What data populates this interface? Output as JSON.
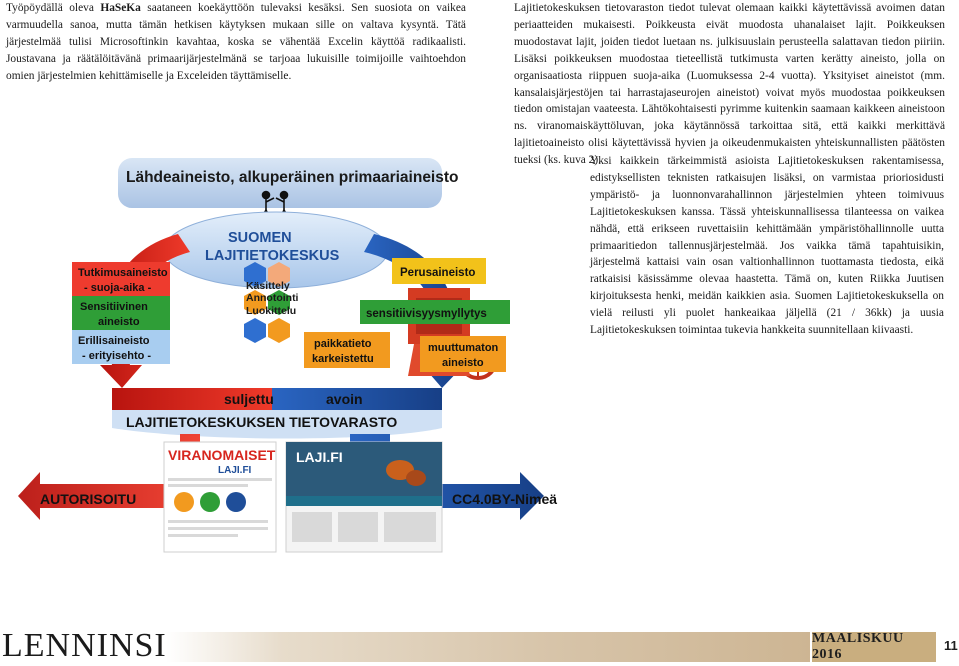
{
  "left_column": {
    "lines": [
      "Työpöydällä oleva ",
      "HaSeKa",
      " saataneen koekäyttöön tulevaksi kesäksi. Sen suosiota on vaikea varmuudella sanoa, mutta tämän hetkisen käytyksen mukaan sille on valtava kysyntä. Tätä järjestelmää tulisi Microsoftinkin kavahtaa, koska se vähentää Excelin käyttöä radikaalisti. Joustavana ja räätälöitävänä primaarijärjestelmänä se tarjoaa lukuisille toimijoille vaihtoehdon omien järjestelmien kehittämiselle ja Exceleiden täyttämiselle."
    ]
  },
  "right_column": {
    "top_text": "Lajitietokeskuksen tietovaraston tiedot tulevat olemaan kaikki käytettävissä avoimen datan periaatteiden mukaisesti. Poikkeusta eivät muodosta uhanalaiset lajit. Poikkeuksen muodostavat lajit, joiden tiedot luetaan ns. julkisuuslain perusteella salattavan tiedon piiriin. Lisäksi poikkeuksen muodostaa tieteellistä tutkimusta varten kerätty aineisto, jolla on organisaatiosta riippuen suoja-aika (Luomuksessa 2-4 vuotta). Yksityiset aineistot (mm. kansalaisjärjestöjen tai harrastajaseurojen aineistot) voivat myös muodostaa poikkeuksen tiedon omistajan vaateesta. Lähtökohtaisesti pyrimme kuitenkin saamaan kaikkeen aineistoon ns. viranomaiskäyttöluvan, joka käytännössä tarkoittaa sitä, että kaikki merkittävä lajitietoaineisto olisi käytettävissä hyvien ja oikeudenmukaisten yhteiskunnallisten päätösten tueksi (ks. kuva 2).",
    "bottom_text": "Yksi kaikkein tärkeimmistä asioista Lajitietokeskuksen rakentamisessa, edistyksellisten teknisten ratkaisujen lisäksi, on varmistaa prioriosidusti ympäristö- ja luonnonvarahallinnon järjestelmien yhteen toimivuus Lajitietokeskuksen kanssa. Tässä yhteiskunnallisessa tilanteessa on vaikea nähdä, että erikseen ruvettaisiin kehittämään ympäristöhallinnolle uutta primaaritiedon tallennusjärjestelmää. Jos vaikka tämä tapahtuisikin, järjestelmä kattaisi vain osan valtionhallinnon tuottamasta tiedosta, eikä ratkaisisi käsissämme olevaa haastetta. Tämä on, kuten Riikka Juutisen kirjoituksesta henki, meidän kaikkien asia. Suomen Lajitietokeskuksella on vielä reilusti yli puolet hankeaikaa jäljellä (21 / 36kk) ja uusia Lajitietokeskuksen toimintaa tukevia hankkeita suunnitellaan kiivaasti."
  },
  "figure": {
    "top_banner": "Lähdeaineisto, alkuperäinen primaariaineisto",
    "center_title_1": "SUOMEN",
    "center_title_2": "LAJITIETOKESKUS",
    "hex_labels": [
      "Käsittely",
      "Annotointi",
      "Luokittelu"
    ],
    "left_boxes": [
      "Tutkimusaineisto",
      "- suoja-aika -",
      "Sensitiivinen",
      "aineisto",
      "Erillisaineisto",
      "- erityisehto -"
    ],
    "perusaineisto": "Perusaineisto",
    "mylly": "sensitiivisyysmyllytys",
    "paikkatieto_1": "paikkatieto",
    "paikkatieto_2": "karkeistettu",
    "muuttumaton_1": "muuttumaton",
    "muuttumaton_2": "aineisto",
    "suljettu": "suljettu",
    "avoin": "avoin",
    "varasto": "LAJITIETOKESKUKSEN TIETOVARASTO",
    "viranomaiset": "VIRANOMAISET",
    "laji_fi_small": "LAJI.FI",
    "laji_fi_big": "LAJI.FI",
    "autorisoitu": "AUTORISOITU",
    "cc": "CC4.0BY-Nimeä"
  },
  "footer": {
    "logo": "LENNINSIIPI",
    "issue": "MAALISKUU 2016",
    "page": "11"
  },
  "colors": {
    "blue_dark": "#1f4e99",
    "red": "#d7261e",
    "green": "#2f9e37",
    "orange": "#f29a1f",
    "yellow": "#f2c21a"
  }
}
